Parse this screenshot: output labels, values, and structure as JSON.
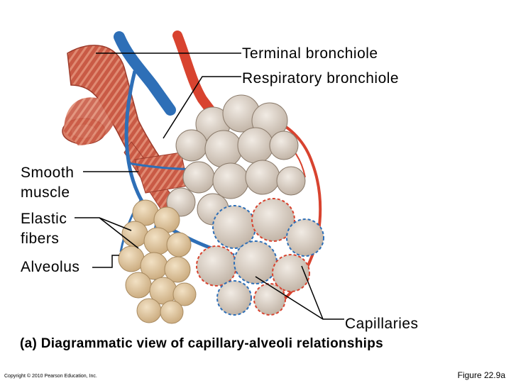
{
  "labels": {
    "terminal_bronchiole": "Terminal bronchiole",
    "respiratory_bronchiole": "Respiratory  bronchiole",
    "smooth_muscle_1": "Smooth",
    "smooth_muscle_2": "muscle",
    "elastic_fibers_1": "Elastic",
    "elastic_fibers_2": "fibers",
    "alveolus": "Alveolus",
    "capillaries": "Capillaries"
  },
  "caption": "(a) Diagrammatic view of capillary-alveoli relationships",
  "copyright": "Copyright © 2010 Pearson Education, Inc.",
  "figure_number": "Figure 22.9a",
  "colors": {
    "vein_blue": "#2e6fb7",
    "artery_red": "#d8432f",
    "muscle_red": "#c9604a",
    "alveoli_tan": "#d9c09a",
    "alveoli_gray": "#cfc3b6",
    "leader_line": "#000000"
  }
}
